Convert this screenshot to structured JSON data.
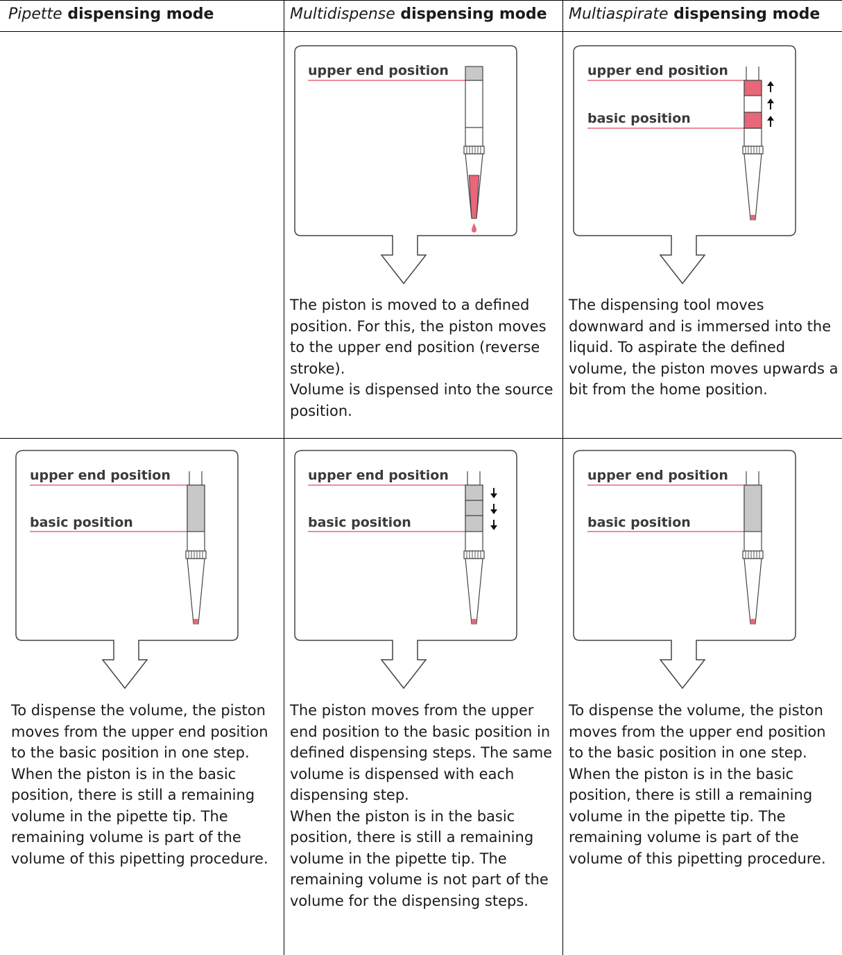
{
  "headers": [
    {
      "mode": "Pipette",
      "suffix": " dispensing mode"
    },
    {
      "mode": "Multidispense",
      "suffix": " dispensing mode"
    },
    {
      "mode": "Multiaspirate",
      "suffix": " dispensing mode"
    }
  ],
  "labels": {
    "upper_end_position": "upper end position",
    "basic_position": "basic position"
  },
  "colors": {
    "liquid": "#e8677a",
    "piston": "#c8c8c8",
    "line": "#000000"
  },
  "icons": {
    "arrow_up": "arrow-up-icon",
    "arrow_down": "arrow-down-icon",
    "flow_arrow": "down-arrow-icon"
  },
  "row1": {
    "multidispense": [
      "The piston is moved to a defined position. For this, the piston moves to the upper end position (reverse stroke).",
      "Volume is dispensed into the source position."
    ],
    "multiaspirate": [
      "The dispensing tool moves downward and is immersed into the liquid. To aspirate the defined volume, the piston moves upwards a bit from the home position."
    ]
  },
  "row2": {
    "pipette": [
      "To dispense the volume, the piston moves from the upper end position to the basic position in one step.",
      "When the piston is in the basic position, there is still a remaining volume in the pipette tip. The remaining volume is part of the volume of this pipetting procedure."
    ],
    "multidispense": [
      "The piston moves from the upper end position to the basic position in defined dispensing steps. The same volume is dispensed with each dispensing step.",
      "When the piston is in the basic position, there is still a remaining volume in the pipette tip. The remaining volume is not part of the volume for the dispensing steps."
    ],
    "multiaspirate": [
      "To dispense the volume, the piston moves from the upper end position to the basic position in one step.",
      "When the piston is in the basic position, there is still a remaining volume in the pipette tip. The remaining volume is part of the volume of this pipetting procedure."
    ]
  }
}
